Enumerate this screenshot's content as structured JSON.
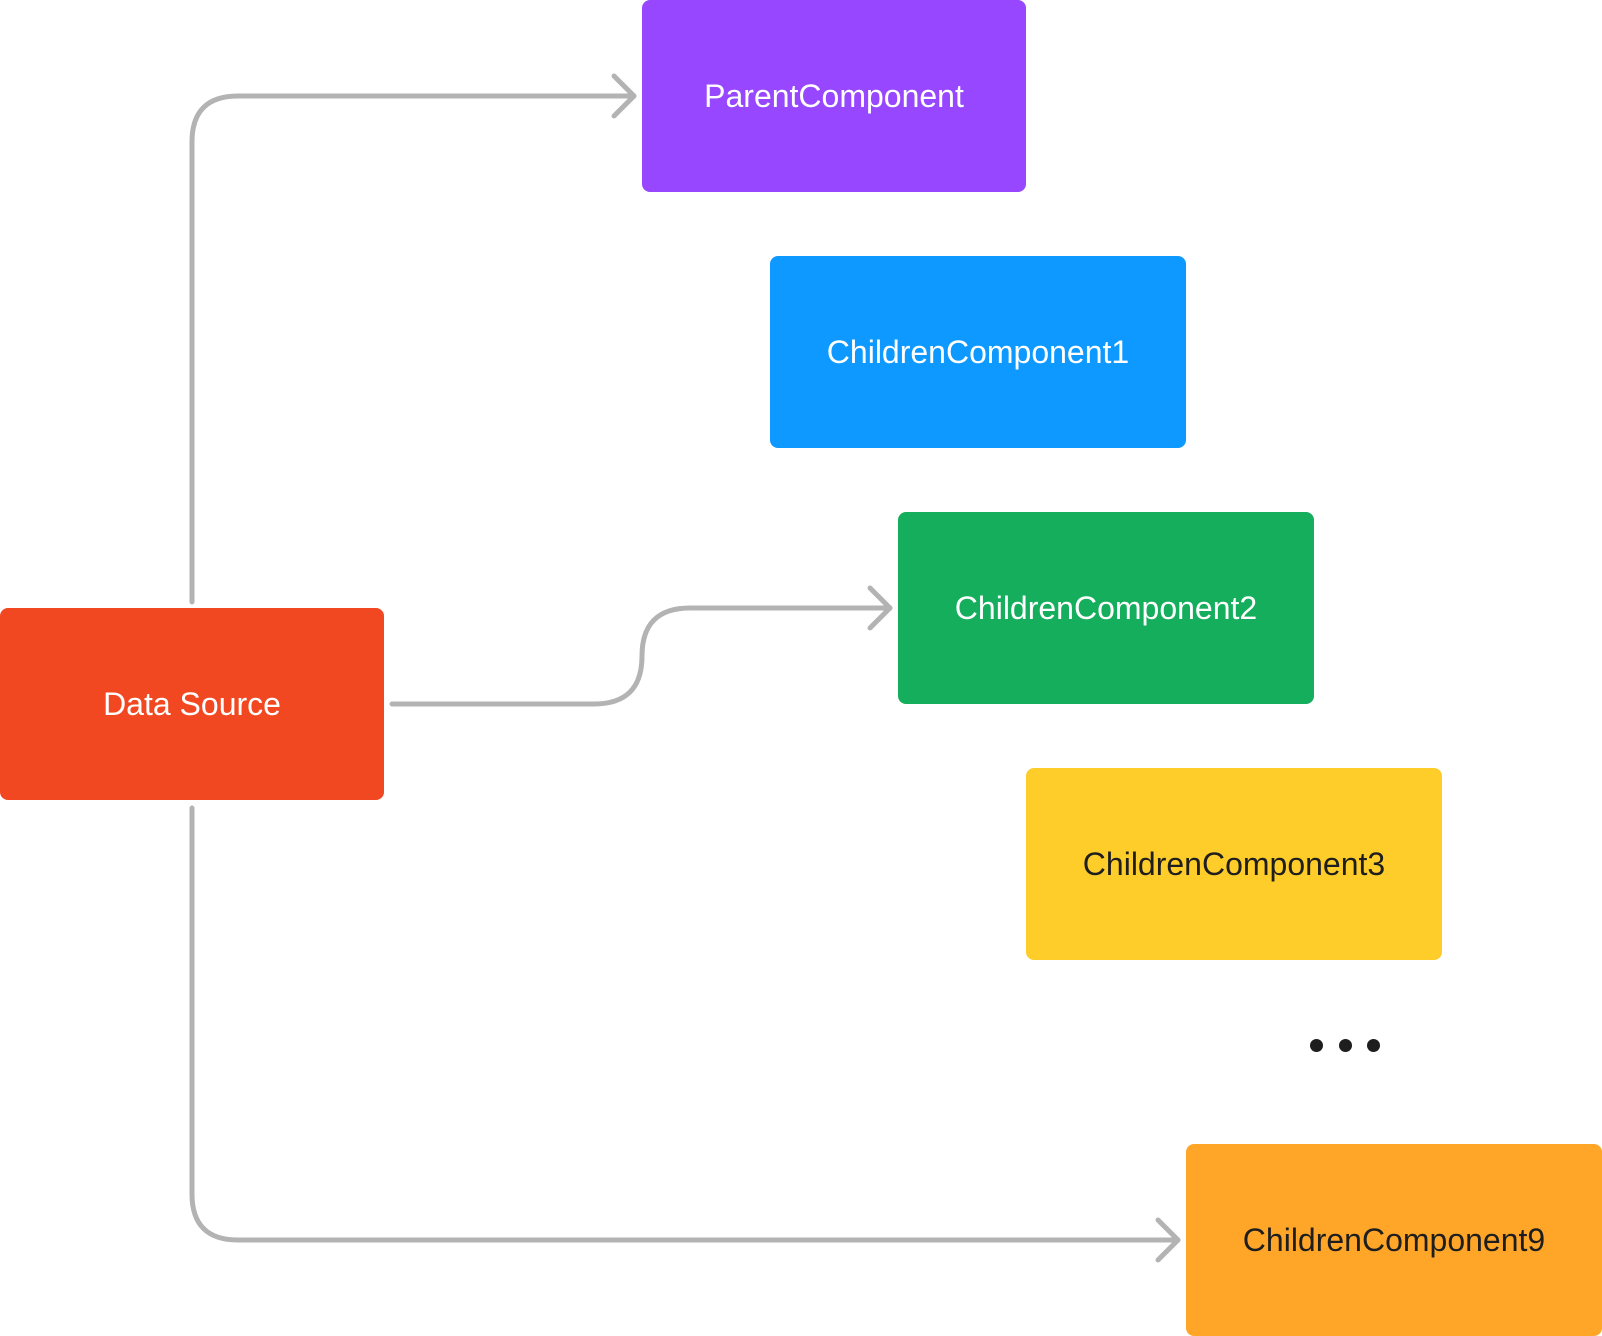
{
  "nodes": {
    "data_source": {
      "label": "Data Source",
      "fill": "#F24822",
      "text_color": "#FFFFFF"
    },
    "parent": {
      "label": "ParentComponent",
      "fill": "#9747FF",
      "text_color": "#FFFFFF"
    },
    "child1": {
      "label": "ChildrenComponent1",
      "fill": "#0D99FF",
      "text_color": "#FFFFFF"
    },
    "child2": {
      "label": "ChildrenComponent2",
      "fill": "#14AE5C",
      "text_color": "#FFFFFF"
    },
    "child3": {
      "label": "ChildrenComponent3",
      "fill": "#FFCD29",
      "text_color": "#1E1E1E"
    },
    "child9": {
      "label": "ChildrenComponent9",
      "fill": "#FFA629",
      "text_color": "#1E1E1E"
    }
  },
  "ellipsis": {
    "color": "#1E1E1E"
  },
  "edges": [
    {
      "from": "Data Source",
      "to": "ParentComponent",
      "arrowhead": "chevron"
    },
    {
      "from": "Data Source",
      "to": "ChildrenComponent2",
      "arrowhead": "chevron"
    },
    {
      "from": "Data Source",
      "to": "ChildrenComponent9",
      "arrowhead": "chevron"
    }
  ],
  "connector_color": "#B3B3B3"
}
